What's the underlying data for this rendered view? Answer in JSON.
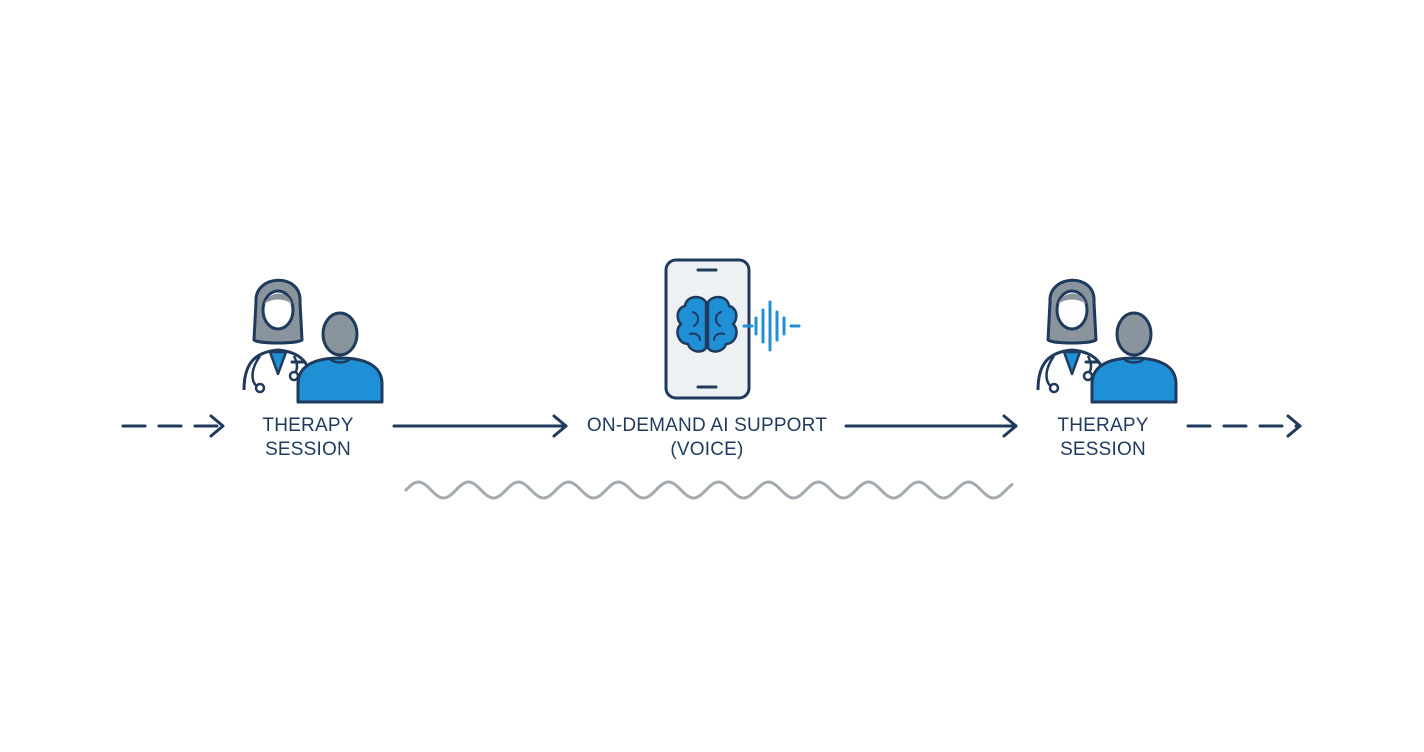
{
  "steps": [
    {
      "line1": "THERAPY",
      "line2": "SESSION",
      "icon": "therapist-and-patient-icon"
    },
    {
      "line1": "ON-DEMAND AI SUPPORT",
      "line2": "(VOICE)",
      "icon": "phone-brain-voice-icon"
    },
    {
      "line1": "THERAPY",
      "line2": "SESSION",
      "icon": "therapist-and-patient-icon"
    }
  ],
  "colors": {
    "navy": "#1f3a5c",
    "blue": "#1f8fd6",
    "gray": "#8a949c",
    "wave": "#a4abb0",
    "light": "#eef1f3"
  }
}
